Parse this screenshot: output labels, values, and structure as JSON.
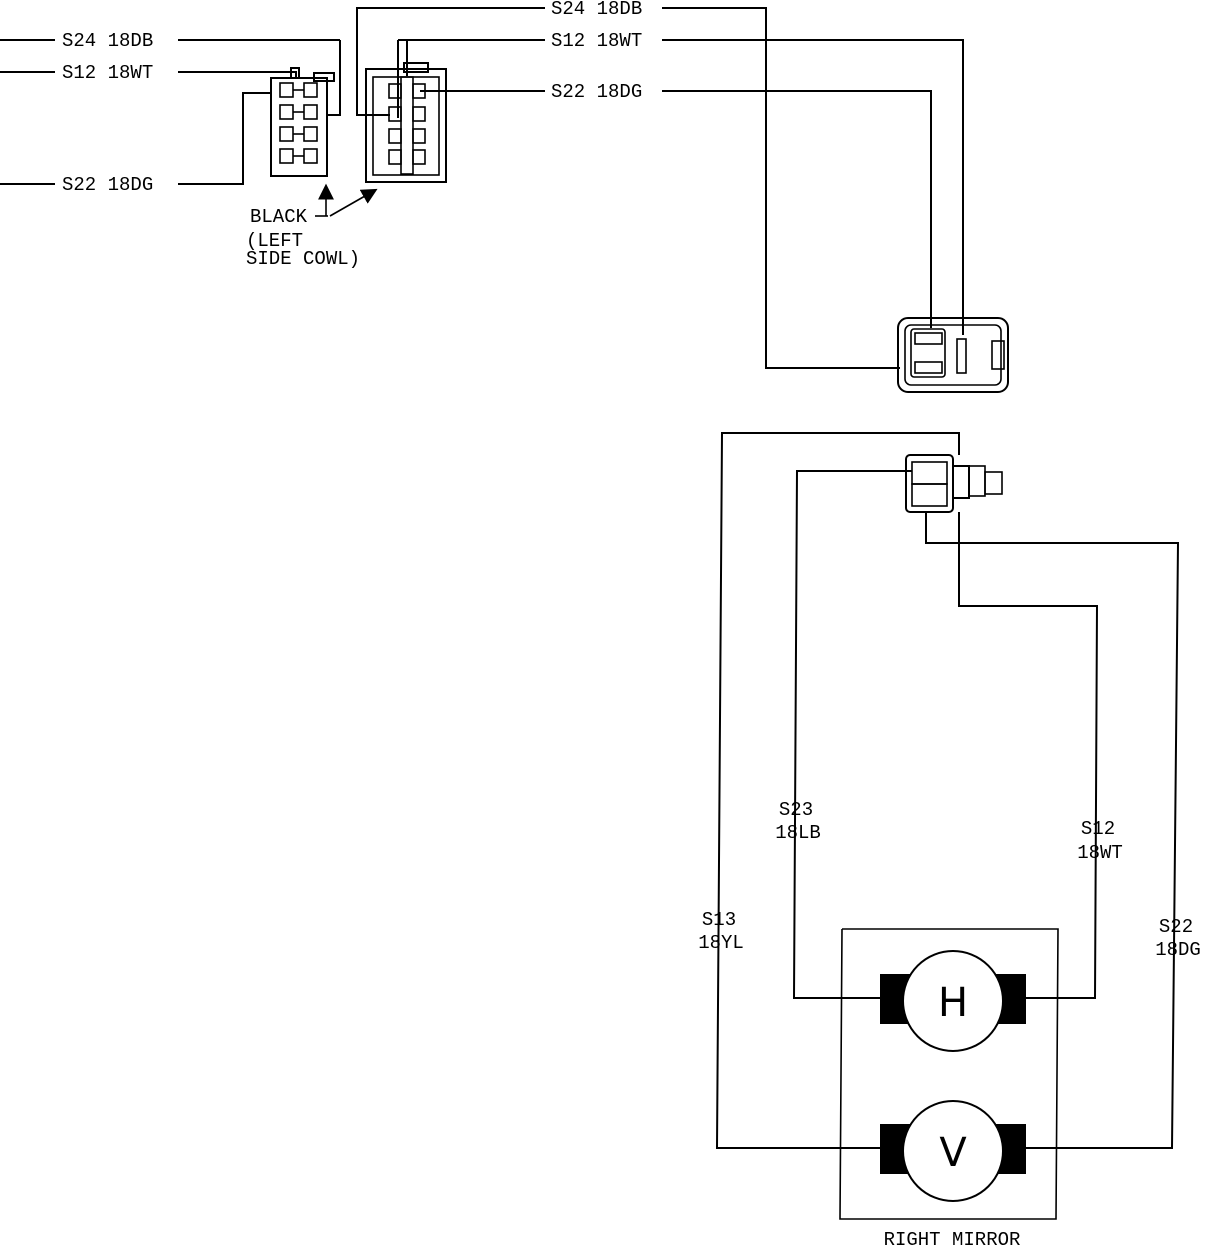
{
  "wires": {
    "left_s24": "S24 18DB",
    "left_s12": "S12 18WT",
    "left_s22": "S22 18DG",
    "right_s24": "S24 18DB",
    "right_s12": "S12 18WT",
    "right_s22": "S22 18DG",
    "s23_code": "S23",
    "s23_gauge": "18LB",
    "s12_code": "S12",
    "s12_gauge": "18WT",
    "s13_code": "S13",
    "s13_gauge": "18YL",
    "s22_code": "S22",
    "s22_gauge": "18DG"
  },
  "connector_note": {
    "line1": "BLACK",
    "line2": "(LEFT",
    "line3": "SIDE COWL)"
  },
  "mirror": {
    "title": "RIGHT MIRROR",
    "motor_h": "H",
    "motor_v": "V"
  }
}
